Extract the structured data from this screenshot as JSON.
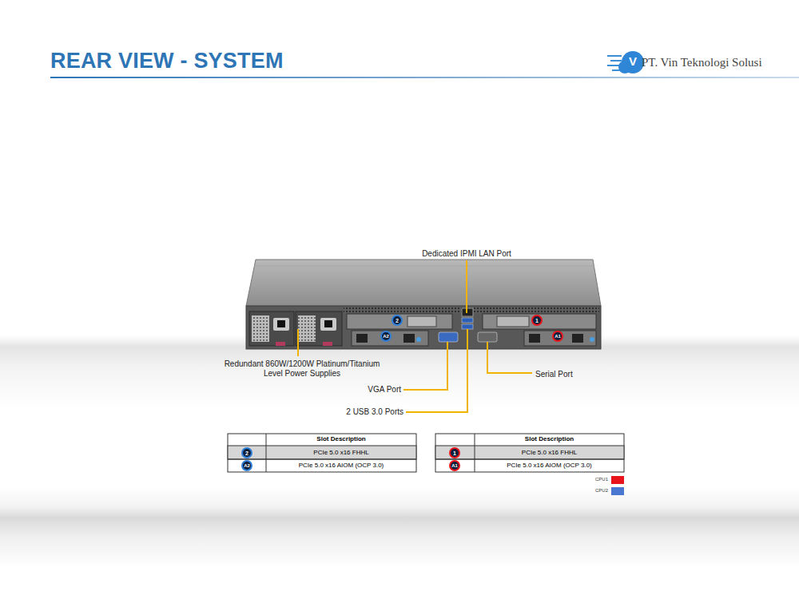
{
  "diagram": {
    "title": "REAR VIEW - SYSTEM",
    "nodes": [
      {
        "text": [
          "2"
        ]
      },
      {
        "text": [
          "A2"
        ]
      },
      {
        "text": [
          "1"
        ]
      },
      {
        "text": [
          "A1"
        ]
      },
      {
        "text": [
          "2"
        ]
      },
      {
        "text": [
          "A2"
        ]
      },
      {
        "text": [
          "1"
        ]
      },
      {
        "text": [
          "A1"
        ]
      }
    ],
    "edges": [],
    "labels": [
      "V",
      "PT. Vin Teknologi Solusi",
      "Dedicated IPMI LAN Port",
      "Redundant 860W/1200W Platinum/Titanium Level Power Supplies",
      "VGA Port",
      "2 USB 3.0 Ports",
      "Serial Port",
      "Slot Description",
      "PCIe 5.0 x16 FHHL",
      "PCIe 5.0 x16 AIOM (OCP 3.0)",
      "Slot Description",
      "PCIe 5.0 x16 FHHL",
      "PCIe 5.0 x16 AIOM (OCP 3.0)"
    ],
    "legend": [
      {
        "text": "CPU1",
        "color": "#e8141b"
      },
      {
        "text": "CPU2",
        "color": "#4a78d0"
      }
    ]
  }
}
